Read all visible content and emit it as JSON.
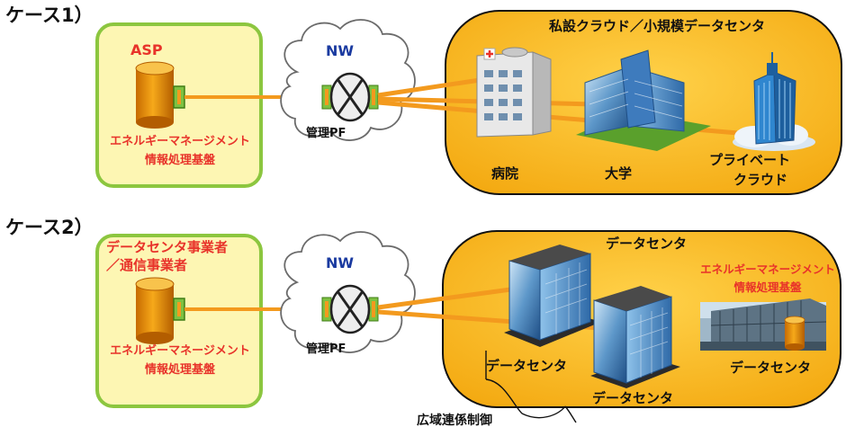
{
  "case1": {
    "label": "ケース1）",
    "asp_title": "ASP",
    "ems_line1": "エネルギーマネージメント",
    "ems_line2": "情報処理基盤",
    "nw": "NW",
    "pf": "管理PF",
    "cloud_title": "私設クラウド／小規模データセンタ",
    "hospital": "病院",
    "university": "大学",
    "private_line1": "プライベート",
    "private_line2": "クラウド"
  },
  "case2": {
    "label": "ケース2）",
    "operator_line1": "データセンタ事業者",
    "operator_line2": "／通信事業者",
    "ems_line1": "エネルギーマネージメント",
    "ems_line2": "情報処理基盤",
    "nw": "NW",
    "pf": "管理PF",
    "dc_title": "データセンタ",
    "ems_right_line1": "エネルギーマネージメント",
    "ems_right_line2": "情報処理基盤",
    "dc_a": "データセンタ",
    "dc_b": "データセンタ",
    "dc_c": "データセンタ",
    "wide_area": "広域連係制御"
  },
  "colors": {
    "green_box": "#fdf6b3",
    "green_border": "#8cc63f",
    "orange_panel": "#f7b719",
    "link": "#f39a1e",
    "red_text": "#e8332a",
    "blue_text": "#1a3aa0"
  }
}
